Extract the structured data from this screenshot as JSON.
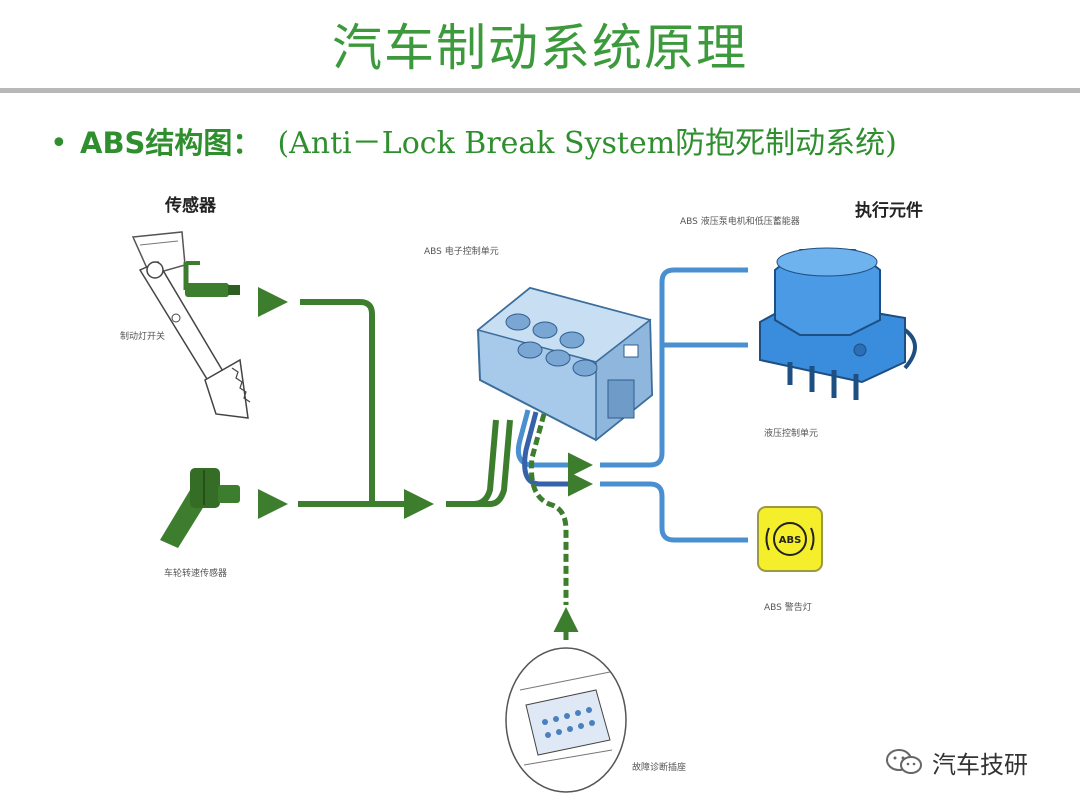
{
  "title": "汽车制动系统原理",
  "bullet": {
    "symbol": "•",
    "label": "ABS结构图：",
    "subtitle": "(Anti－Lock Break System防抱死制动系统)"
  },
  "sections": {
    "sensors": "传感器",
    "actuators": "执行元件"
  },
  "components": {
    "brake_switch": "制动灯开关",
    "wheel_speed_sensor": "车轮转速传感器",
    "ecu": "ABS 电子控制单元",
    "pump_motor": "ABS 液压泵电机和低压蓄能器",
    "hydraulic_unit": "液压控制单元",
    "warning_lamp": "ABS 警告灯",
    "warning_lamp_text": "ABS",
    "diag_socket": "故障诊断插座"
  },
  "watermark": "汽车技研",
  "colors": {
    "title_green": "#3c9a3c",
    "wire_green": "#3d7d2e",
    "wire_blue": "#4a90d0",
    "warning_yellow": "#f5ee2a"
  }
}
